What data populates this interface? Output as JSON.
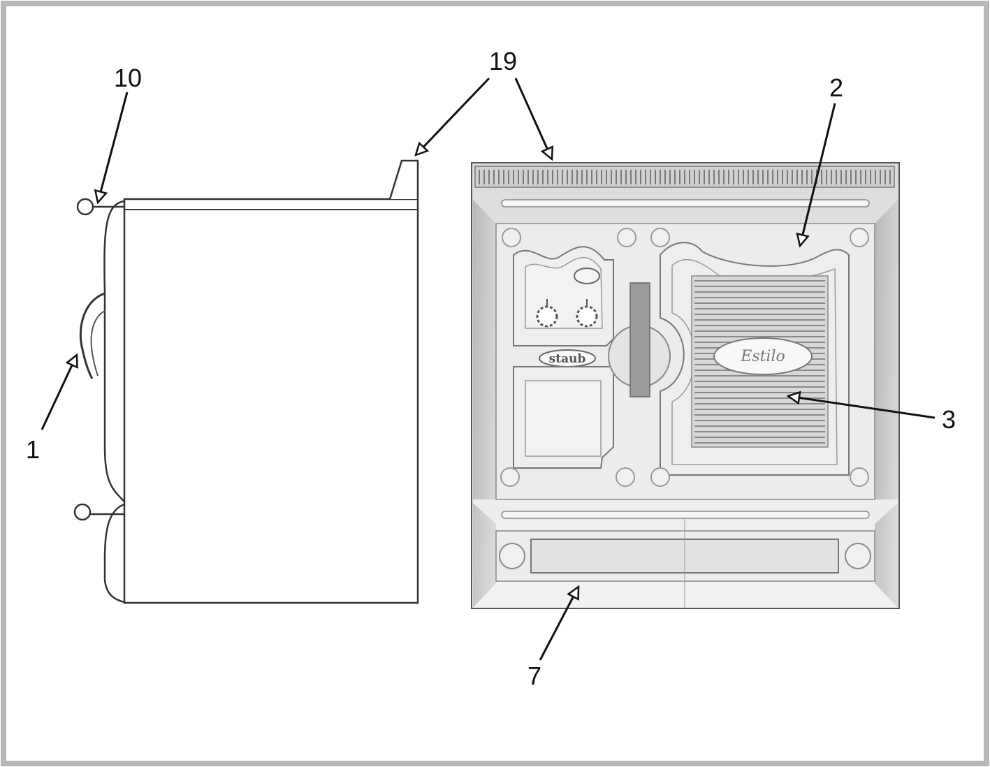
{
  "callouts": [
    {
      "id": "c10",
      "label": "10"
    },
    {
      "id": "c19",
      "label": "19"
    },
    {
      "id": "c2",
      "label": "2"
    },
    {
      "id": "c1",
      "label": "1"
    },
    {
      "id": "c3",
      "label": "3"
    },
    {
      "id": "c7",
      "label": "7"
    }
  ],
  "stove": {
    "brand_plate": "staub",
    "door_badge": "Estilo"
  },
  "colors": {
    "frame": "#b8b8b8",
    "line": "#333333",
    "stove_fill": "#e8e8e8",
    "stove_dark": "#8f8f8f"
  }
}
